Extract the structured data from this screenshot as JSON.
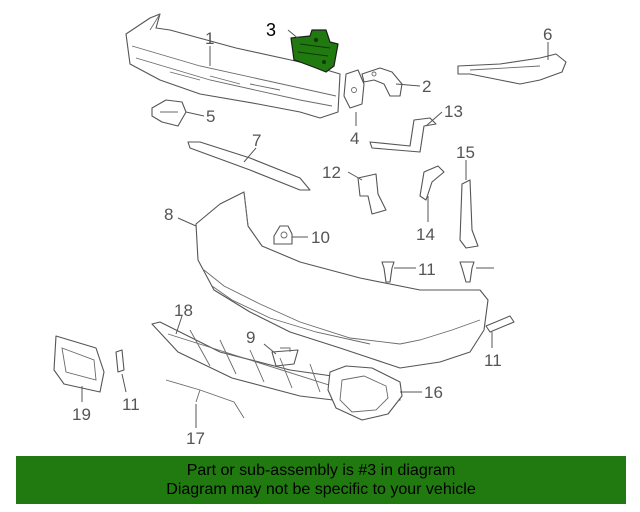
{
  "highlight_color": "#217a10",
  "highlighted_part": "3",
  "callouts": {
    "c1": "1",
    "c2": "2",
    "c3": "3",
    "c4": "4",
    "c5": "5",
    "c6": "6",
    "c7": "7",
    "c8": "8",
    "c9": "9",
    "c10": "10",
    "c11a": "11",
    "c11b": "11",
    "c11c": "11",
    "c12": "12",
    "c13": "13",
    "c14": "14",
    "c15": "15",
    "c16": "16",
    "c17": "17",
    "c18": "18",
    "c19": "19"
  },
  "banner": {
    "line1": "Part or sub-assembly is #3 in diagram",
    "line2": "Diagram may not be specific to your vehicle"
  }
}
